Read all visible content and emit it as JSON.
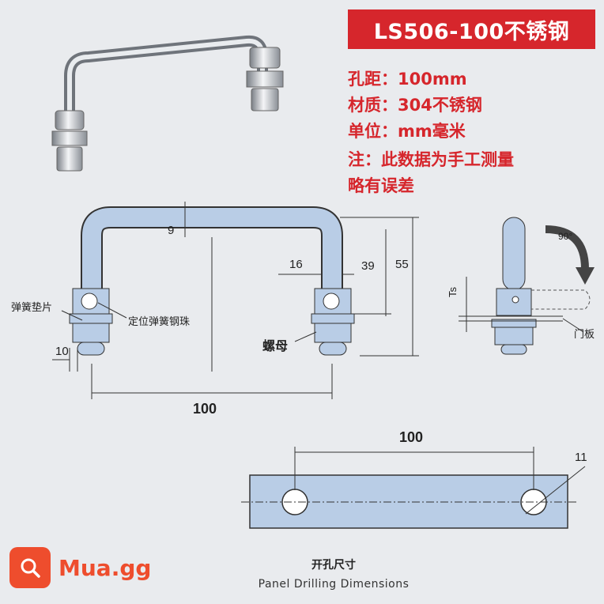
{
  "header": {
    "title": "LS506-100不锈钢"
  },
  "specs": [
    "孔距：100mm",
    "材质：304不锈钢",
    "单位：mm毫米",
    "注：此数据为手工测量",
    "略有误差"
  ],
  "front_view": {
    "dim_top": "9",
    "dim_16": "16",
    "dim_39": "39",
    "dim_55": "55",
    "dim_10": "10",
    "dim_100": "100",
    "label_spring_washer": "弹簧垫片",
    "label_ball": "定位弹簧钢珠",
    "label_nut": "螺母"
  },
  "side_view": {
    "angle": "90°",
    "ts": "Ts",
    "panel": "门板"
  },
  "drilling": {
    "dim_spacing": "100",
    "dim_hole": "11",
    "caption_cn": "开孔尺寸",
    "caption_en": "Panel Drilling Dimensions"
  },
  "watermark": {
    "text": "Mua.gg",
    "brand_color": "#ee4d2d"
  },
  "colors": {
    "accent_red": "#d6262c",
    "part_blue": "#b9cde6",
    "background": "#e9ebee"
  }
}
